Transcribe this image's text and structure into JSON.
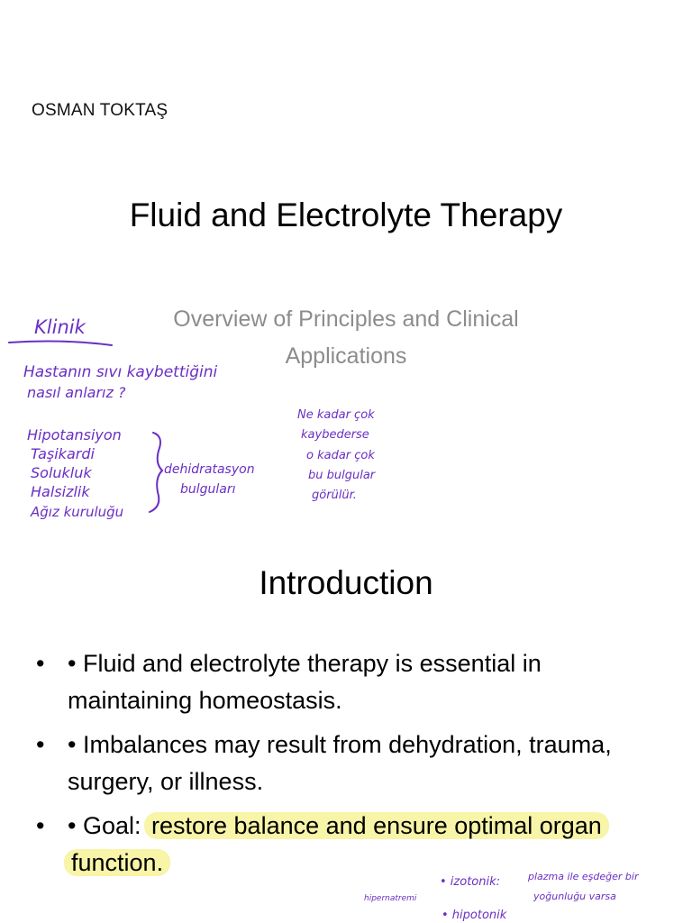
{
  "author": "OSMAN TOKTAŞ",
  "title": "Fluid and Electrolyte Therapy",
  "subtitle": "Overview of Principles and Clinical Applications",
  "section_heading": "Introduction",
  "bullet_marker": "•",
  "bullets": [
    {
      "text": "• Fluid and electrolyte therapy is essential in maintaining homeostasis."
    },
    {
      "text": "• Imbalances may result from dehydration, trauma, surgery, or illness."
    },
    {
      "prefix": "• Goal: ",
      "highlight": "restore balance and ensure optimal organ function."
    }
  ],
  "handwritten_notes": {
    "klinik": "Klinik",
    "question_line1": "Hastanın sıvı kaybettiğini",
    "question_line2": "nasıl anlarız ?",
    "symptoms": [
      "Hipotansiyon",
      "Taşikardi",
      "Solukluk",
      "Halsizlik",
      "Ağız kuruluğu"
    ],
    "dehydration_line1": "dehidratasyon",
    "dehydration_line2": "bulguları",
    "severity_line1": "Ne kadar çok",
    "severity_line2": "kaybederse",
    "severity_line3": "o kadar çok",
    "severity_line4": "bu bulgular",
    "severity_line5": "görülür.",
    "isotonic": "• izotonik:",
    "isotonic_note_line1": "plazma ile eşdeğer bir",
    "isotonic_note_line2": "yoğunluğu varsa",
    "hypernatremia": "hipernatremi",
    "hypotonic": "• hipotonik"
  },
  "colors": {
    "ink": "#6a2fc4",
    "highlight": "#f8f4a8",
    "subtitle": "#8c8c8c"
  }
}
